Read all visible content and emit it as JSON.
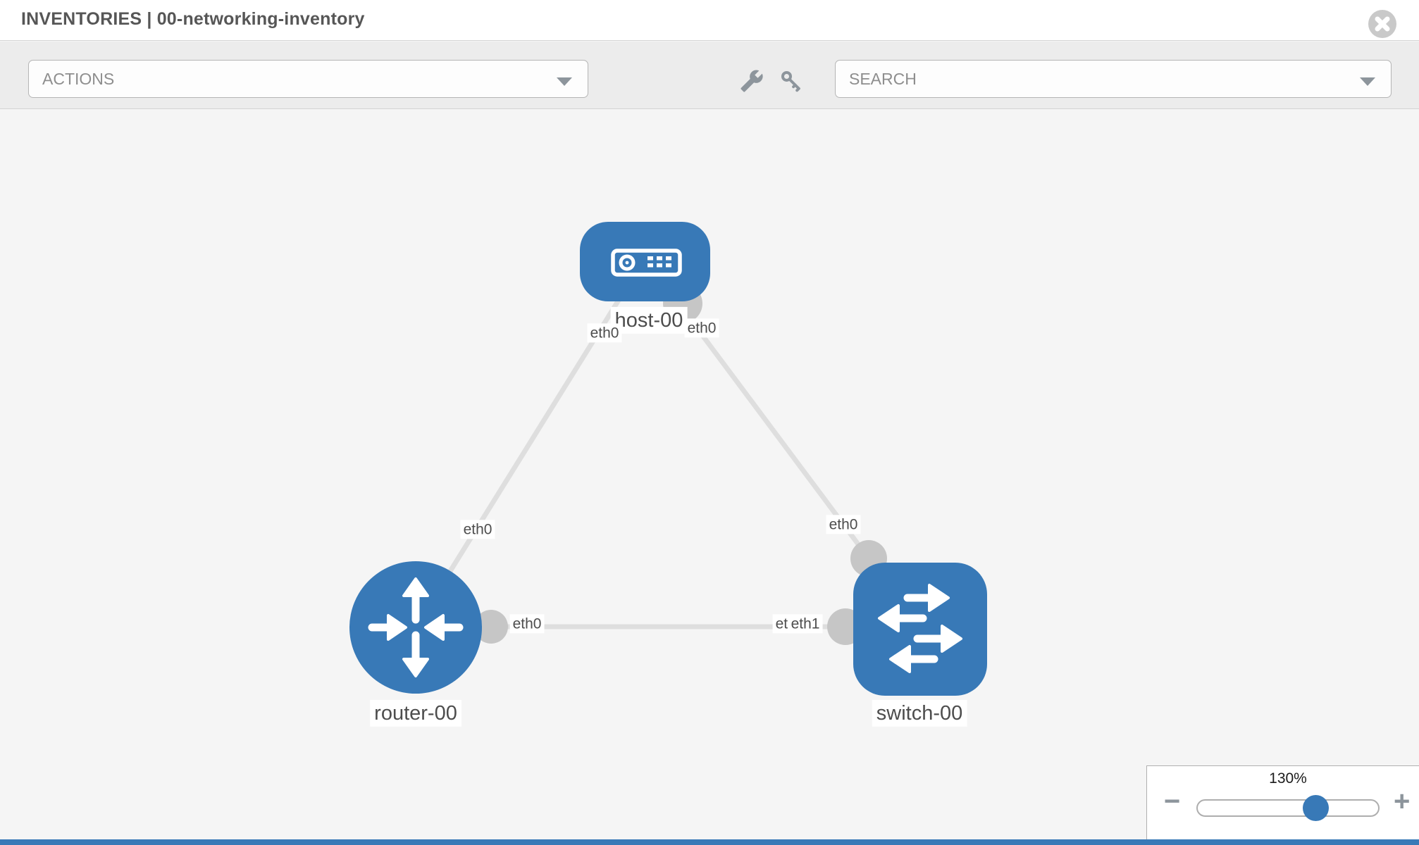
{
  "window": {
    "title": "INVENTORIES | 00-networking-inventory"
  },
  "toolbar": {
    "actions_label": "ACTIONS",
    "search_label": "SEARCH",
    "icons": [
      "wrench-icon",
      "key-icon"
    ]
  },
  "topology": {
    "nodes": [
      {
        "id": "host-00",
        "type": "host",
        "label": "host-00"
      },
      {
        "id": "router-00",
        "type": "router",
        "label": "router-00"
      },
      {
        "id": "switch-00",
        "type": "switch",
        "label": "switch-00"
      }
    ],
    "links": [
      {
        "source": "router-00",
        "target": "host-00",
        "source_interface": "eth0",
        "target_interface": "eth0"
      },
      {
        "source": "switch-00",
        "target": "host-00",
        "source_interface": "eth0",
        "target_interface": "eth0"
      },
      {
        "source": "router-00",
        "target": "switch-00",
        "source_interface": "eth0",
        "target_interface": "eth1",
        "target_interface_overlapped": "eth0"
      }
    ]
  },
  "interface_labels": {
    "host_left": "eth0",
    "host_right": "eth0",
    "router_top": "eth0",
    "switch_top": "eth0",
    "router_mid": "eth0",
    "switch_mid_under": "eth0",
    "switch_mid_over": "eth1"
  },
  "zoom_control": {
    "level": "130%",
    "minus_label": "−",
    "plus_label": "+"
  },
  "colors": {
    "node_blue": "#3879b7",
    "link_gray": "#dedede",
    "interface_gray": "#c6c6c6",
    "canvas_bg": "#f5f5f5",
    "toolbar_bg": "#ececec"
  }
}
